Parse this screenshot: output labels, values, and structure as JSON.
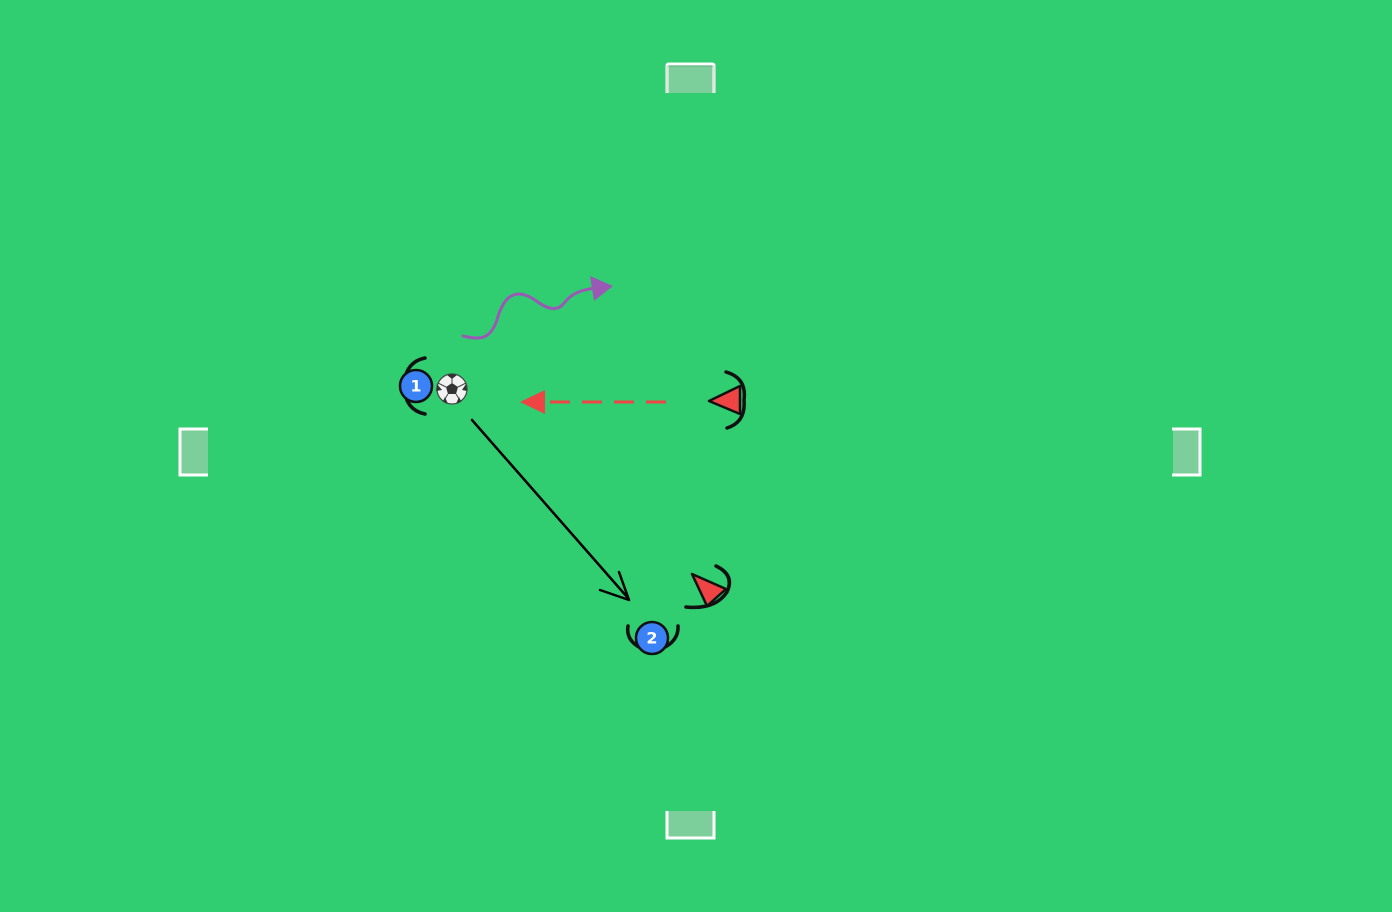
{
  "colors": {
    "pitch": "#30ce70",
    "goal_frame": "#ffffff",
    "goal_net": "#7ccf9a",
    "player_fill": "#3b82f6",
    "player_outline": "#111111",
    "opponent": "#ef4444",
    "pass_line": "#000000",
    "dribble_line": "#9b59b6",
    "run_line": "#ef4444"
  },
  "goals": [
    {
      "name": "goal-top",
      "orientation": "down"
    },
    {
      "name": "goal-bottom",
      "orientation": "up"
    },
    {
      "name": "goal-left",
      "orientation": "right"
    },
    {
      "name": "goal-right",
      "orientation": "left"
    }
  ],
  "players": [
    {
      "name": "player-1",
      "label": "1",
      "team": "attack",
      "has_ball": true
    },
    {
      "name": "player-2",
      "label": "2",
      "team": "attack",
      "has_ball": false
    }
  ],
  "opponents": [
    {
      "name": "defender-a",
      "facing": "left"
    },
    {
      "name": "defender-b",
      "facing": "down-left"
    }
  ],
  "movements": [
    {
      "name": "pass-arrow",
      "type": "pass",
      "style": "solid",
      "from": "player-1",
      "to": "player-2"
    },
    {
      "name": "dribble-arrow",
      "type": "dribble",
      "style": "wavy",
      "from": "player-1"
    },
    {
      "name": "run-arrow",
      "type": "run",
      "style": "dashed",
      "from": "defender-a",
      "to": "player-1"
    }
  ],
  "icons": {
    "ball": "soccer-ball-icon"
  }
}
